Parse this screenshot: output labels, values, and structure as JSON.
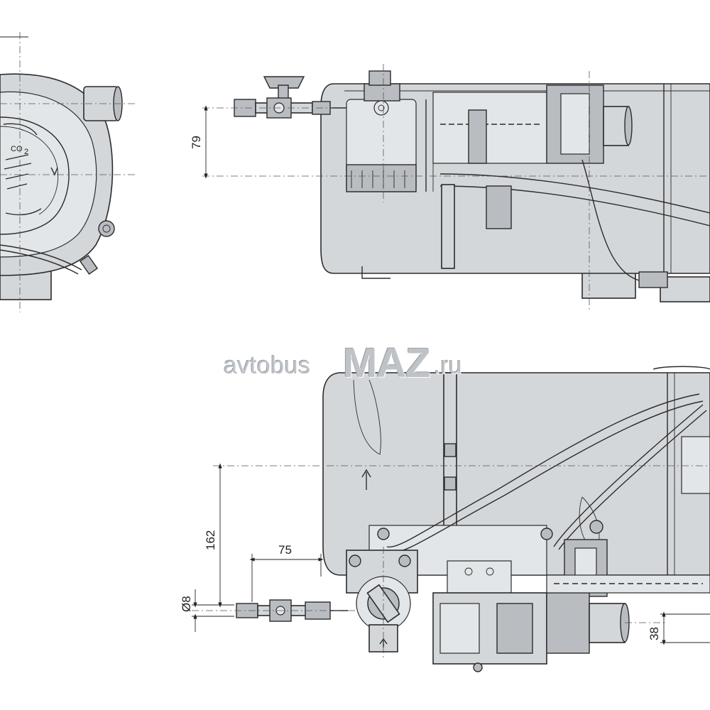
{
  "drawing": {
    "co2_label": "CO",
    "co2_sub": "2",
    "dimensions": {
      "d79": "79",
      "d162": "162",
      "d75": "75",
      "d8": "Ø8",
      "d38": "38"
    }
  },
  "watermark": {
    "part_a": "avtobus",
    "part_b": "MAZ",
    "part_c": ".ru"
  }
}
